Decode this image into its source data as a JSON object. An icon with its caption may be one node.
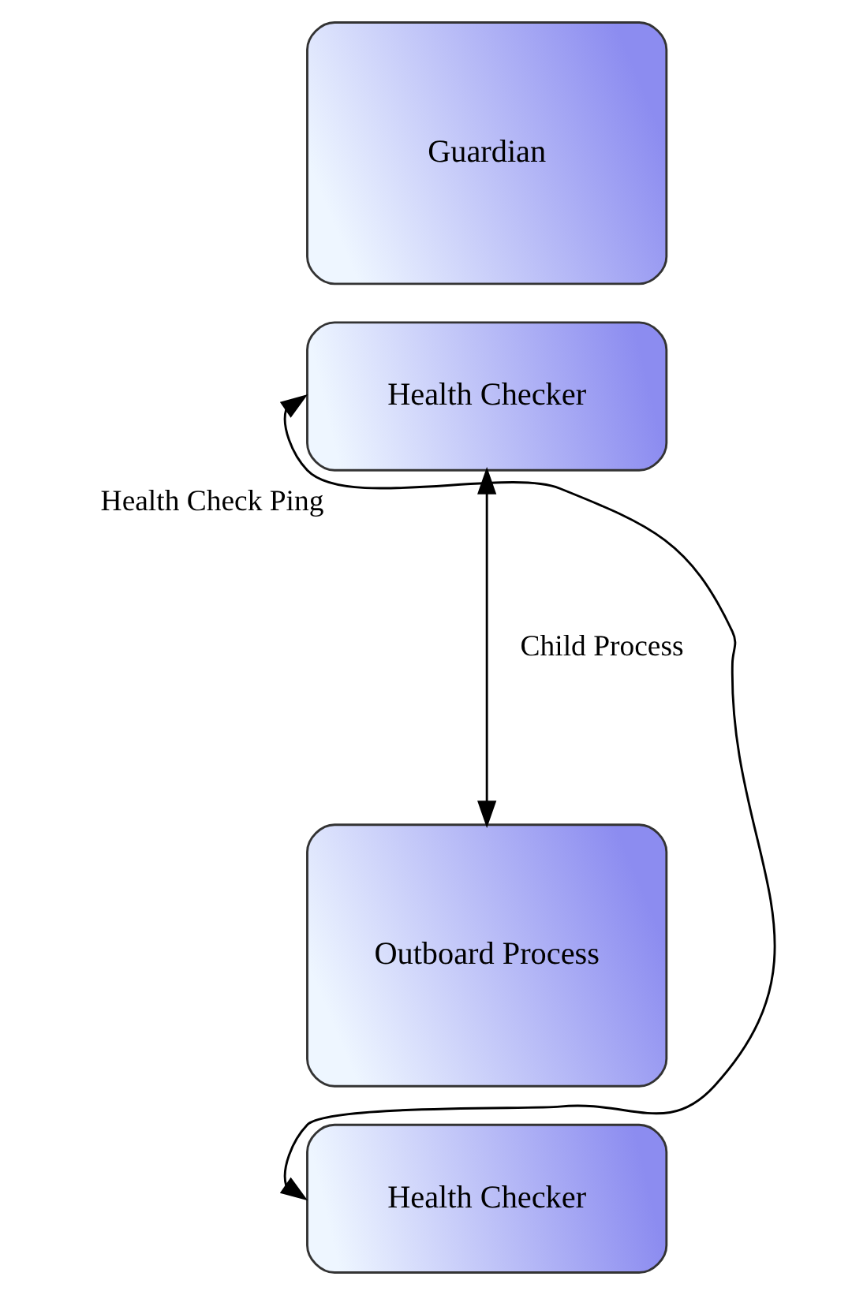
{
  "diagram": {
    "nodes": [
      {
        "text": [
          "Guardian"
        ]
      },
      {
        "text": [
          "Health Checker"
        ]
      },
      {
        "text": [
          "Outboard Process"
        ]
      },
      {
        "text": [
          "Health Checker"
        ]
      }
    ],
    "edges": [
      {
        "from": 1,
        "to": 2,
        "arrow": "both",
        "label": "Child Process"
      },
      {
        "from": 1,
        "to": 3,
        "arrow": "both",
        "label": "Health Check Ping"
      }
    ]
  }
}
